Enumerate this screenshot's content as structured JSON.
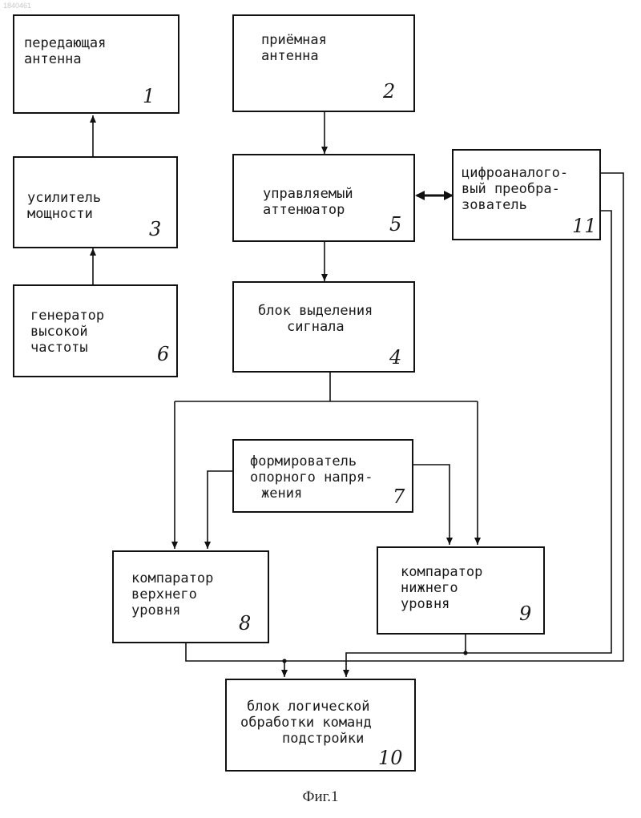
{
  "doc_id": "1840461",
  "caption": "Фиг.1",
  "blocks": {
    "b1": {
      "line1": "передающая",
      "line2": "антенна",
      "num": "1"
    },
    "b2": {
      "line1": "приёмная",
      "line2": "антенна",
      "num": "2"
    },
    "b3": {
      "line1": "усилитель",
      "line2": "мощности",
      "num": "3"
    },
    "b4": {
      "line1": "блок выделения",
      "line2": "сигнала",
      "num": "4"
    },
    "b5": {
      "line1": "управляемый",
      "line2": "аттенюатор",
      "num": "5"
    },
    "b6": {
      "line1": "генератор",
      "line2": "высокой",
      "line3": "частоты",
      "num": "6"
    },
    "b7": {
      "line1": "формирователь",
      "line2": "опорного напря-",
      "line3": "жения",
      "num": "7"
    },
    "b8": {
      "line1": "компаратор",
      "line2": "верхнего",
      "line3": "уровня",
      "num": "8"
    },
    "b9": {
      "line1": "компаратор",
      "line2": "нижнего",
      "line3": "уровня",
      "num": "9"
    },
    "b10": {
      "line1": "блок логической",
      "line2": "обработки команд",
      "line3": "подстройки",
      "num": "10"
    },
    "b11": {
      "line1": "цифроаналого-",
      "line2": "вый преобра-",
      "line3": "зователь",
      "num": "11"
    }
  }
}
